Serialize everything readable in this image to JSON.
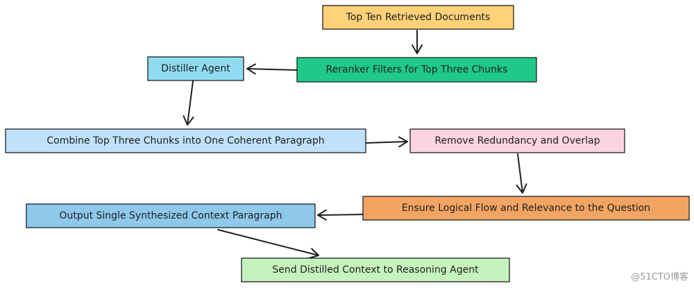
{
  "nodes": {
    "top_ten": {
      "label": "Top Ten Retrieved Documents",
      "color": "#ffd27a"
    },
    "reranker": {
      "label": "Reranker Filters for Top Three Chunks",
      "color": "#1ec98a"
    },
    "distiller": {
      "label": "Distiller Agent",
      "color": "#8fdcf0"
    },
    "combine": {
      "label": "Combine Top Three Chunks into One Coherent Paragraph",
      "color": "#bfe1fb"
    },
    "remove": {
      "label": "Remove Redundancy and Overlap",
      "color": "#fbd3e3"
    },
    "ensure": {
      "label": "Ensure Logical Flow and Relevance to the Question",
      "color": "#f2a563"
    },
    "output": {
      "label": "Output Single Synthesized Context Paragraph",
      "color": "#8ec8eb"
    },
    "send": {
      "label": "Send Distilled Context to Reasoning Agent",
      "color": "#c6f3bd"
    }
  },
  "watermark": "@51CTO博客"
}
